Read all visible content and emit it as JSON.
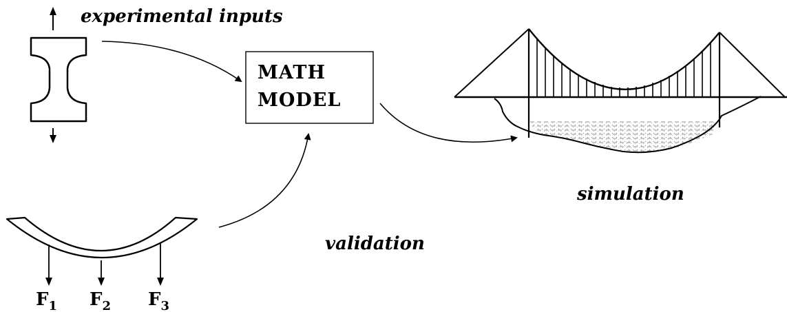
{
  "labels": {
    "experimental_inputs": "experimental inputs",
    "math_model_line1": "MATH",
    "math_model_line2": "MODEL",
    "simulation": "simulation",
    "validation": "validation"
  },
  "forces": [
    {
      "symbol": "F",
      "subscript": "1"
    },
    {
      "symbol": "F",
      "subscript": "2"
    },
    {
      "symbol": "F",
      "subscript": "3"
    }
  ]
}
